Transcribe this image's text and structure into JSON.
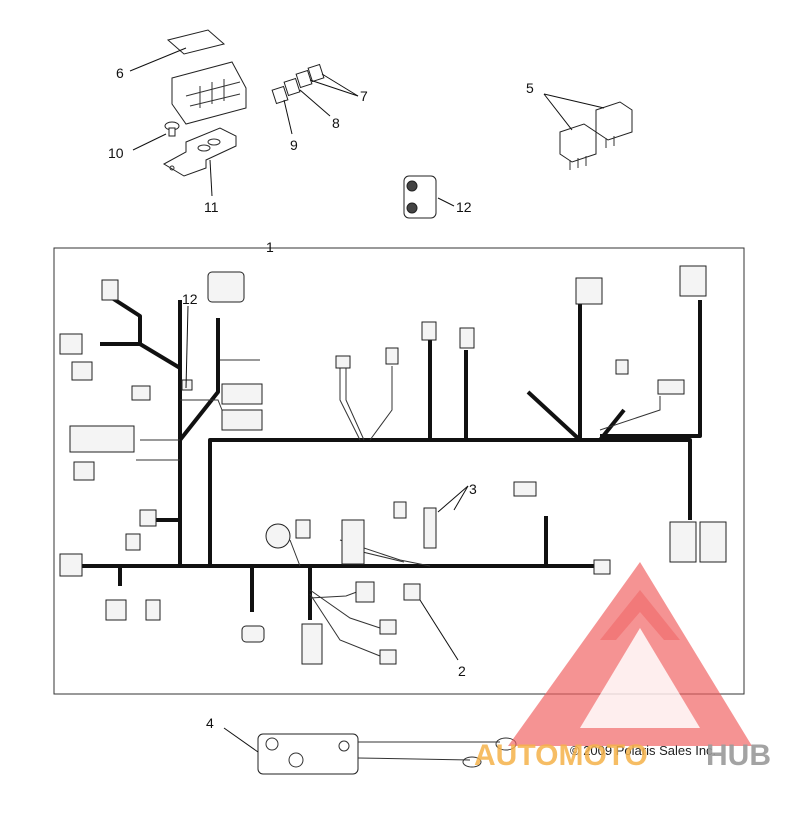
{
  "diagram": {
    "callouts": {
      "c1": "1",
      "c2": "2",
      "c3": "3",
      "c4": "4",
      "c5": "5",
      "c6": "6",
      "c7": "7",
      "c8": "8",
      "c9": "9",
      "c10": "10",
      "c11": "11",
      "c12a": "12",
      "c12b": "12"
    },
    "copyright": "© 2009 Polaris Sales Inc."
  },
  "watermark": {
    "text_orange": "AUTOMOTO",
    "text_gray": "HUB",
    "colors": {
      "red": "#f06060",
      "orange": "#f5b24a",
      "gray": "#9a9a9a"
    }
  }
}
